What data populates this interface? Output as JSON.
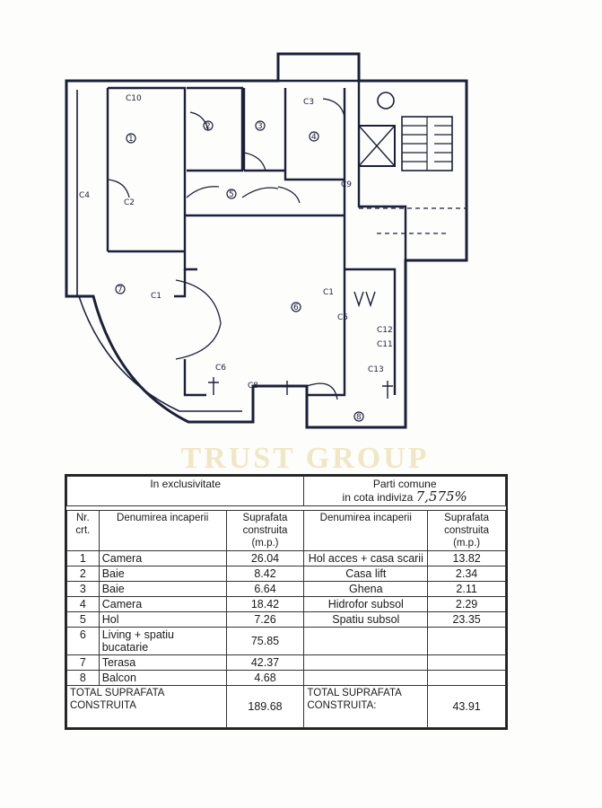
{
  "watermark": "TRUST GROUP",
  "table": {
    "exclusive_header": "In exclusivitate",
    "common_header_line1": "Parti comune",
    "common_header_line2": "in cota indiviza",
    "share_value": "7,575%",
    "columns": {
      "nr": "Nr. crt.",
      "room_name": "Denumirea incaperii",
      "area": "Suprafata construita (m.p.)",
      "common_name": "Denumirea incaperii",
      "common_area": "Suprafata construita (m.p.)"
    },
    "rows": [
      {
        "nr": "1",
        "name": "Camera",
        "area": "26.04",
        "common_name": "Hol acces + casa scarii",
        "common_area": "13.82"
      },
      {
        "nr": "2",
        "name": "Baie",
        "area": "8.42",
        "common_name": "Casa lift",
        "common_area": "2.34"
      },
      {
        "nr": "3",
        "name": "Baie",
        "area": "6.64",
        "common_name": "Ghena",
        "common_area": "2.11"
      },
      {
        "nr": "4",
        "name": "Camera",
        "area": "18.42",
        "common_name": "Hidrofor subsol",
        "common_area": "2.29"
      },
      {
        "nr": "5",
        "name": "Hol",
        "area": "7.26",
        "common_name": "Spatiu subsol",
        "common_area": "23.35"
      },
      {
        "nr": "6",
        "name": "Living + spatiu bucatarie",
        "area": "75.85",
        "common_name": "",
        "common_area": ""
      },
      {
        "nr": "7",
        "name": "Terasa",
        "area": "42.37",
        "common_name": "",
        "common_area": ""
      },
      {
        "nr": "8",
        "name": "Balcon",
        "area": "4.68",
        "common_name": "",
        "common_area": ""
      }
    ],
    "total_label": "TOTAL SUPRAFATA CONSTRUITA",
    "total_area": "189.68",
    "common_total_label": "TOTAL SUPRAFATA CONSTRUITA:",
    "common_total_area": "43.91"
  },
  "plan": {
    "labels": {
      "c1": "C1",
      "c2": "C2",
      "c3": "C3",
      "c4": "C4",
      "c5": "C5",
      "c6": "C6",
      "c8": "C8",
      "c9": "C9",
      "c10": "C10",
      "c11": "C11",
      "c12": "C12",
      "c13": "C13"
    },
    "room_numbers": [
      "1",
      "2",
      "3",
      "4",
      "5",
      "6",
      "7",
      "8"
    ]
  },
  "colors": {
    "ink": "#1c1f3a",
    "watermark": "#f1e7c4"
  }
}
